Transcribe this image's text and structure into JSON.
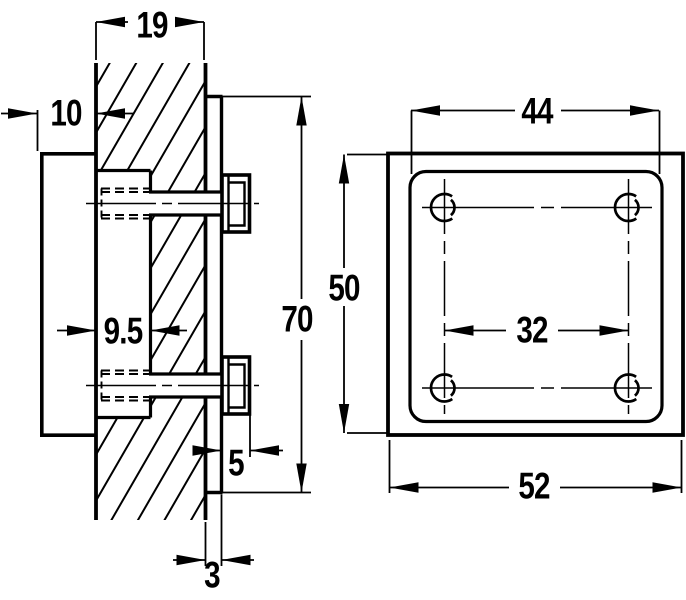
{
  "drawing": {
    "title": "mounting-plate-technical-drawing",
    "colors": {
      "line": "#000000",
      "background": "#ffffff"
    },
    "views": {
      "side_section": "side section view",
      "front": "front view"
    },
    "dimensions": {
      "wall_thickness": "19",
      "panel_thickness": "10",
      "drill_depth": "9.5",
      "plate_height_side": "70",
      "head_protrusion": "5",
      "plate_thickness": "3",
      "inner_plate_width": "44",
      "plate_height_front": "50",
      "hole_spacing": "32",
      "plate_width_front": "52"
    }
  }
}
